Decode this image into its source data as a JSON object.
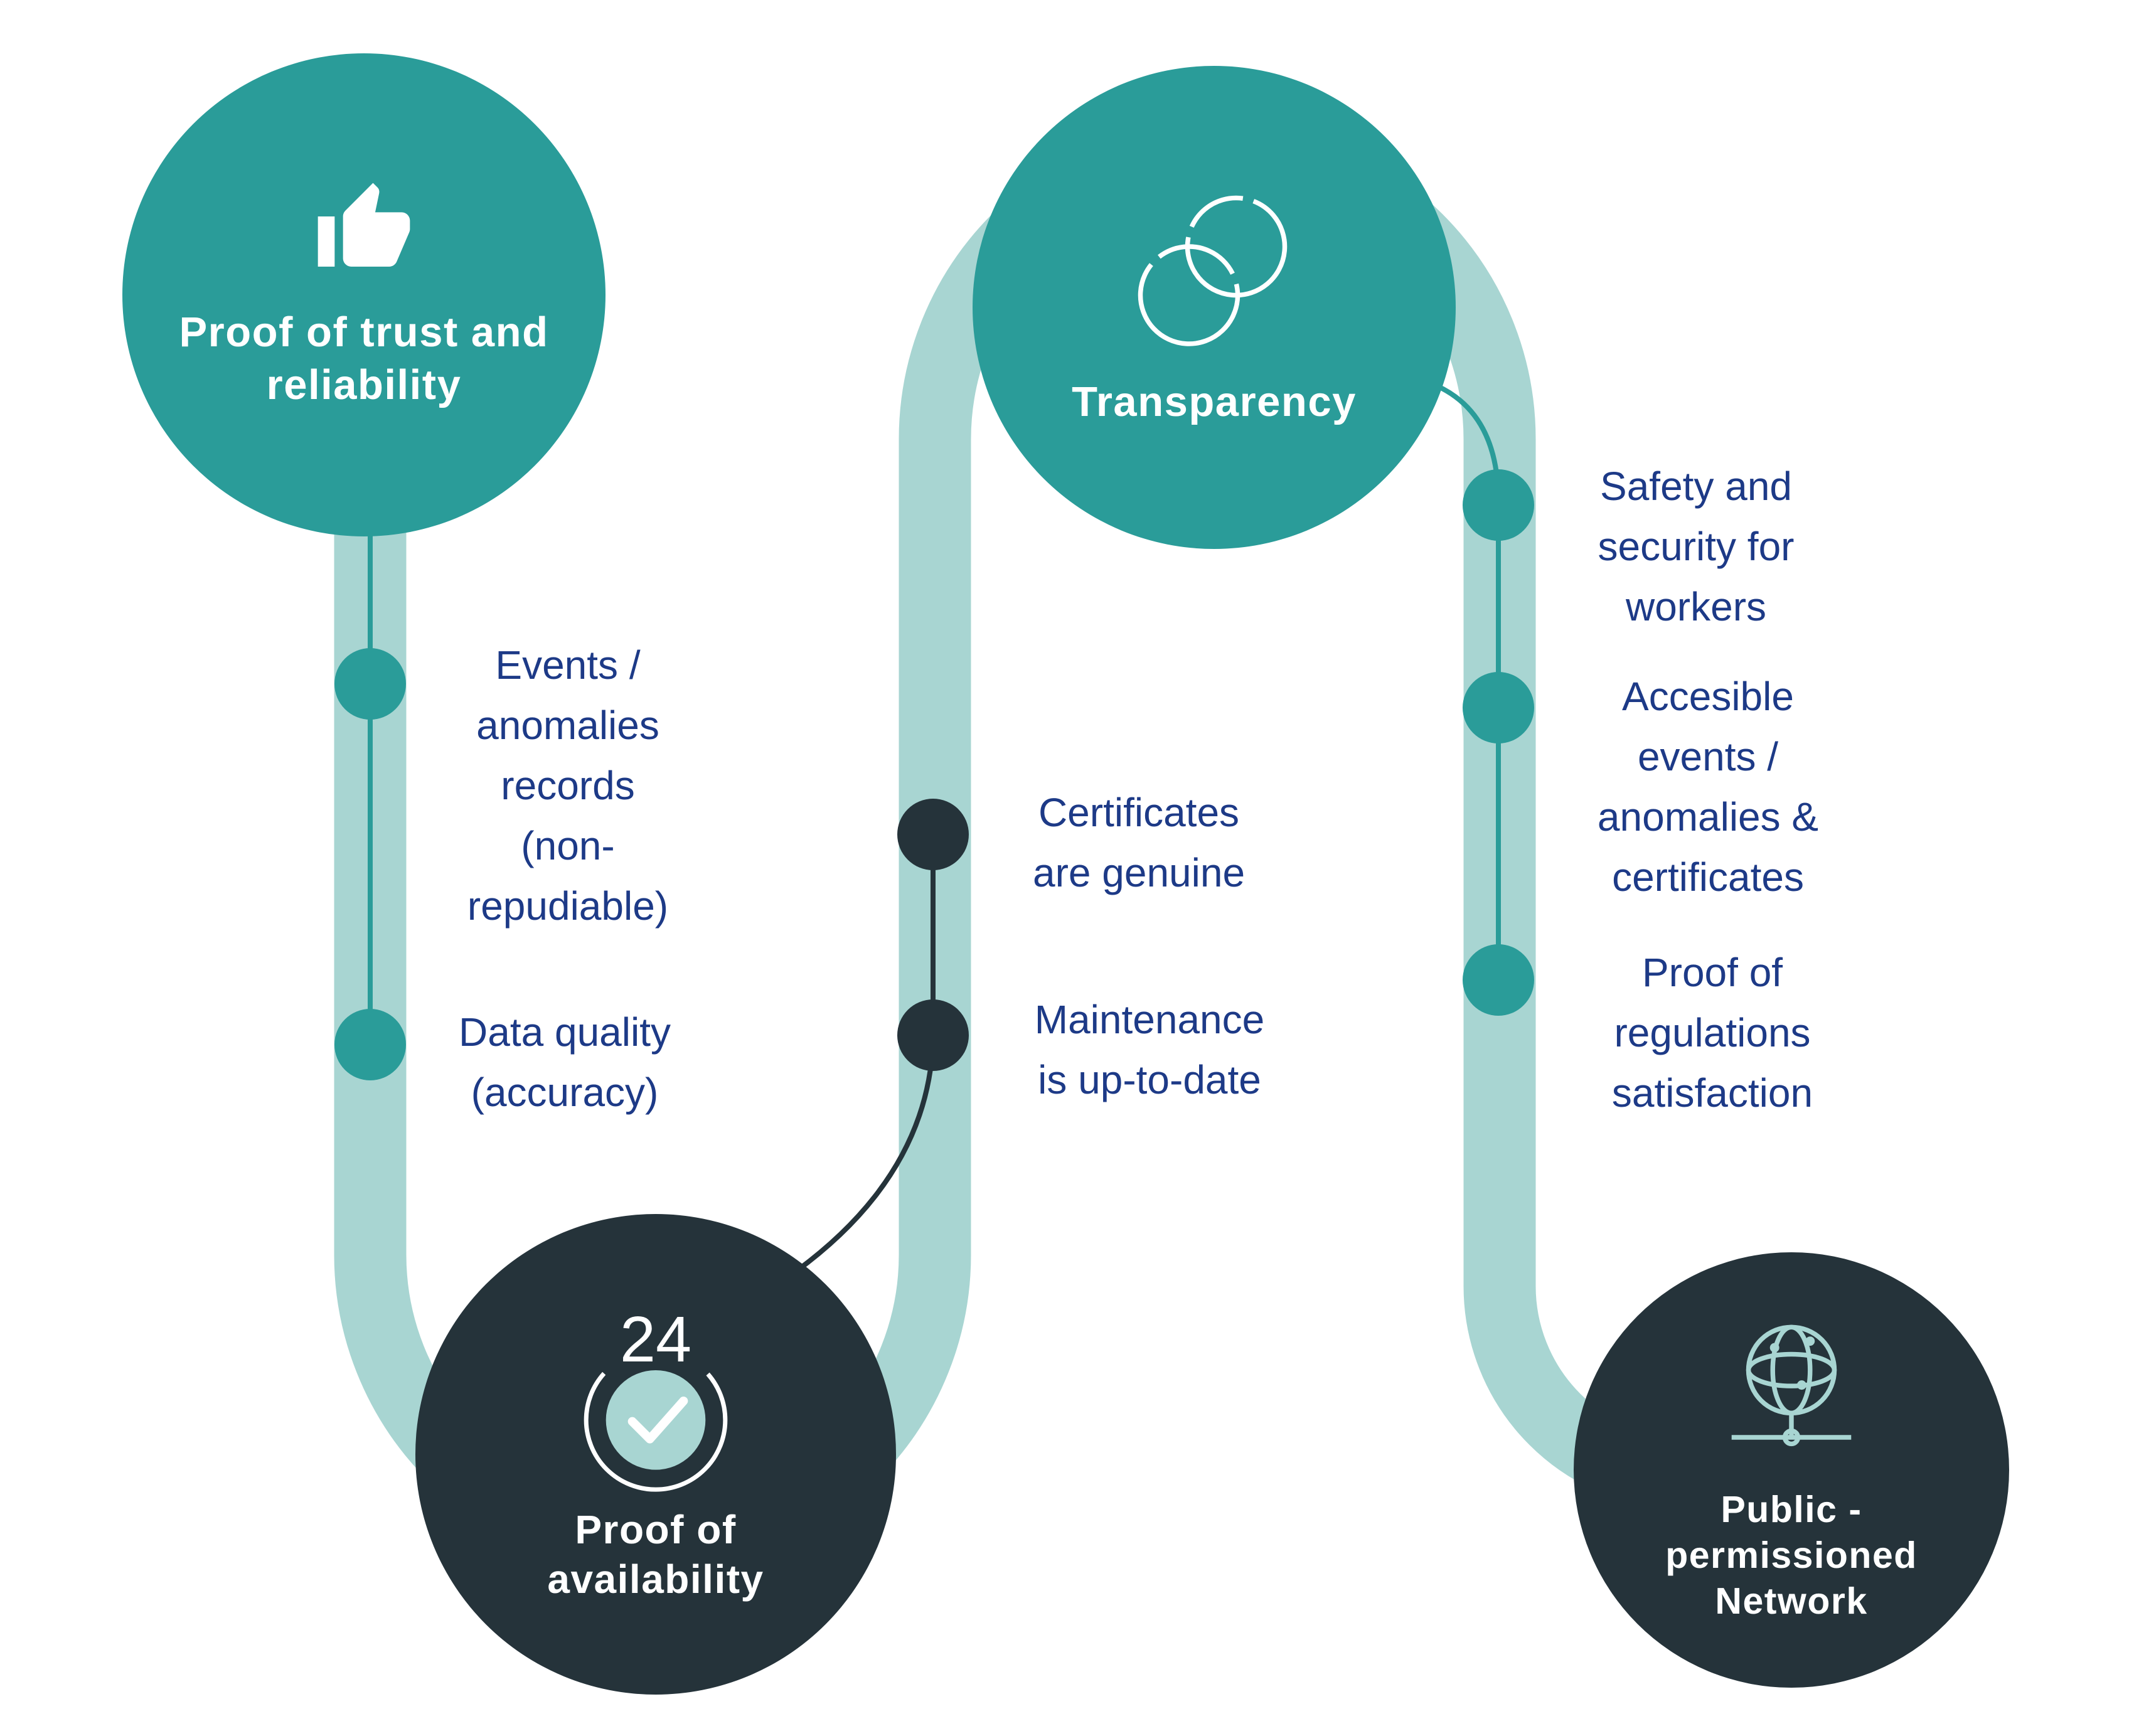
{
  "colors": {
    "teal": "#2a9c99",
    "light_teal": "#a8d5d2",
    "dark": "#25333a",
    "navy_text": "#1d3a87",
    "white": "#ffffff"
  },
  "nodes": {
    "trust": {
      "label": "Proof of trust and\nreliability",
      "icon": "thumbs-up-icon"
    },
    "availability": {
      "badge": "24",
      "label": "Proof of\navailability",
      "icon": "clock-24-check-icon"
    },
    "transparency": {
      "label": "Transparency",
      "icon": "linked-rings-icon"
    },
    "network": {
      "label": "Public -\npermissioned\nNetwork",
      "icon": "globe-network-icon"
    }
  },
  "bullets": {
    "left": [
      {
        "label": "Events /\nanomalies\nrecords\n(non-\nrepudiable)"
      },
      {
        "label": "Data quality\n(accuracy)"
      }
    ],
    "middle": [
      {
        "label": "Certificates\nare genuine"
      },
      {
        "label": "Maintenance\nis up-to-date"
      }
    ],
    "right": [
      {
        "label": "Safety and\nsecurity for\nworkers"
      },
      {
        "label": "Accesible\nevents /\nanomalies &\ncertificates"
      },
      {
        "label": "Proof of\nregulations\nsatisfaction"
      }
    ]
  }
}
